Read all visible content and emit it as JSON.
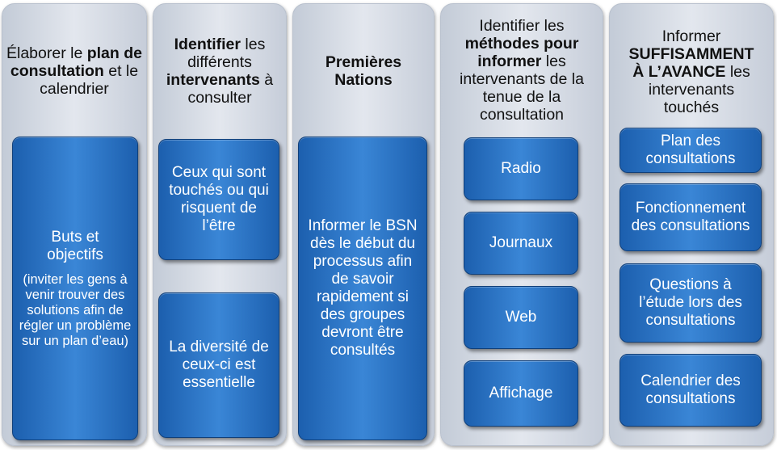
{
  "columns": [
    {
      "header": [
        {
          "text": "Élaborer le ",
          "bold": false
        },
        {
          "text": "plan de consultation",
          "bold": true
        },
        {
          "text": " et le calendrier",
          "bold": false
        }
      ],
      "boxes": [
        {
          "text": "Buts et objectifs",
          "small": "(inviter les gens à venir trouver des solutions afin de régler un problème sur un plan d’eau)"
        }
      ]
    },
    {
      "header": [
        {
          "text": "Identifier",
          "bold": true
        },
        {
          "text": " les différents ",
          "bold": false
        },
        {
          "text": "intervenants",
          "bold": true
        },
        {
          "text": " à consulter",
          "bold": false
        }
      ],
      "boxes": [
        {
          "text": "Ceux qui sont touchés ou qui risquent de l’être"
        },
        {
          "text": "La diversité de ceux-ci est essentielle"
        }
      ]
    },
    {
      "header": [
        {
          "text": "Premières Nations",
          "bold": true
        }
      ],
      "boxes": [
        {
          "text": "Informer le BSN dès le début du processus afin de savoir rapidement si des groupes devront être consultés"
        }
      ]
    },
    {
      "header": [
        {
          "text": "Identifier les ",
          "bold": false
        },
        {
          "text": "méthodes pour informer",
          "bold": true
        },
        {
          "text": " les intervenants de la tenue de la consultation",
          "bold": false
        }
      ],
      "boxes": [
        {
          "text": "Radio"
        },
        {
          "text": "Journaux"
        },
        {
          "text": "Web"
        },
        {
          "text": "Affichage"
        }
      ]
    },
    {
      "header": [
        {
          "text": "Informer ",
          "bold": false
        },
        {
          "text": "SUFFISAMMENT À L’AVANCE",
          "bold": true
        },
        {
          "text": " les intervenants touchés",
          "bold": false
        }
      ],
      "boxes": [
        {
          "text": "Plan des consultations"
        },
        {
          "text": "Fonctionnement des consultations"
        },
        {
          "text": "Questions à l’étude lors des consultations"
        },
        {
          "text": "Calendrier des consultations"
        }
      ]
    }
  ]
}
